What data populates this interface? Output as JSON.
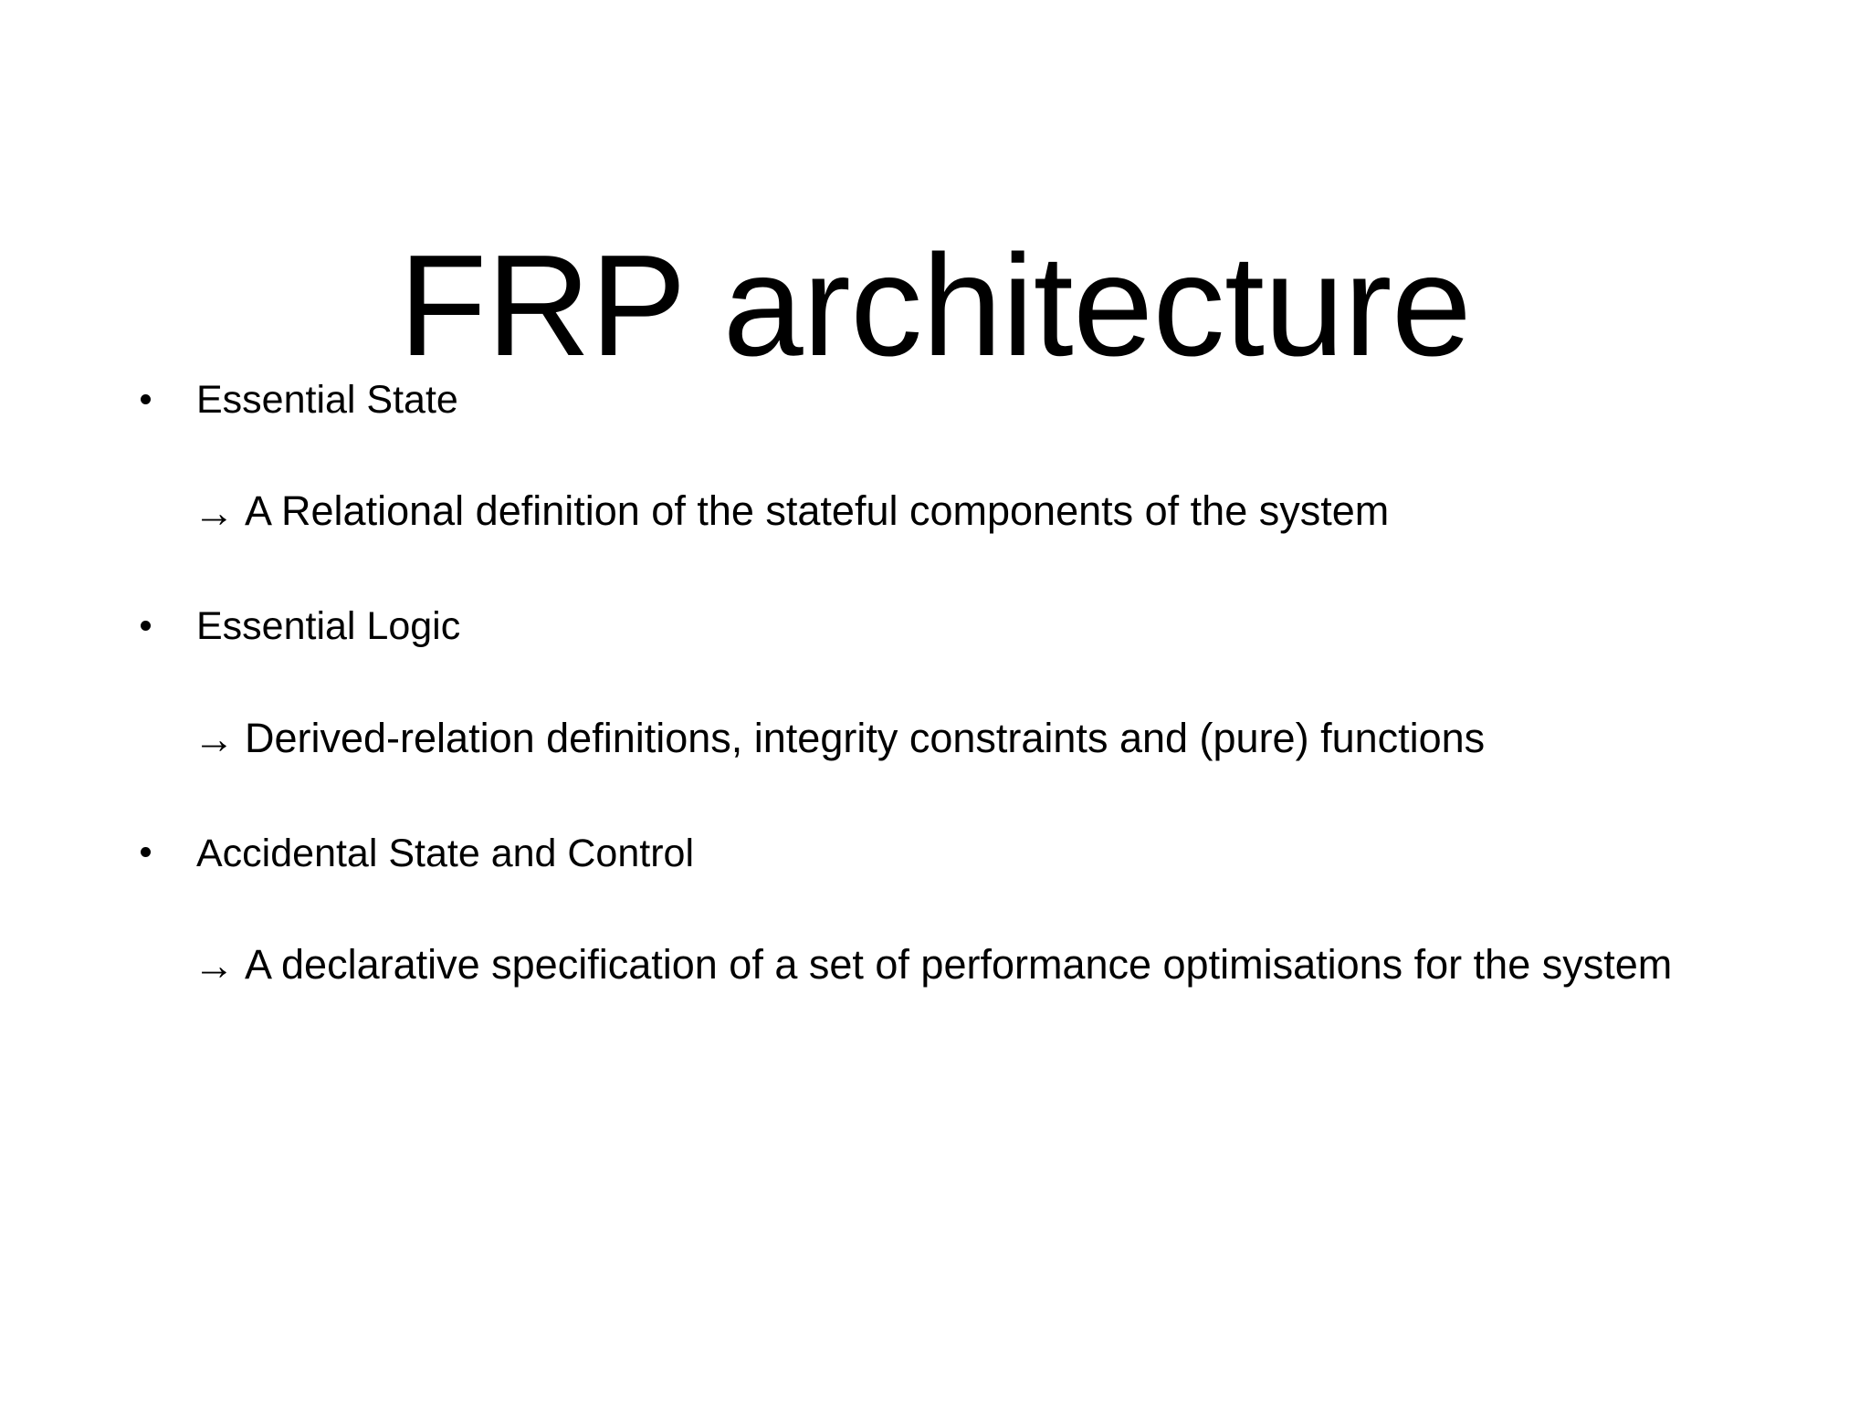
{
  "slide": {
    "title": "FRP architecture",
    "background_color": "#ffffff",
    "text_color": "#000000",
    "bullet_marker": "dot",
    "sub_bullet_marker": "→",
    "items": [
      {
        "label": "Essential State",
        "sub": {
          "marker": "→",
          "text": "A Relational definition of the stateful components of the system"
        }
      },
      {
        "label": "Essential Logic",
        "sub": {
          "marker": "→",
          "text": "Derived-relation definitions, integrity constraints and (pure) functions"
        }
      },
      {
        "label": "Accidental State and Control",
        "sub": {
          "marker": "→",
          "text": "A declarative specification of a set of performance optimisations for the system"
        }
      }
    ]
  }
}
